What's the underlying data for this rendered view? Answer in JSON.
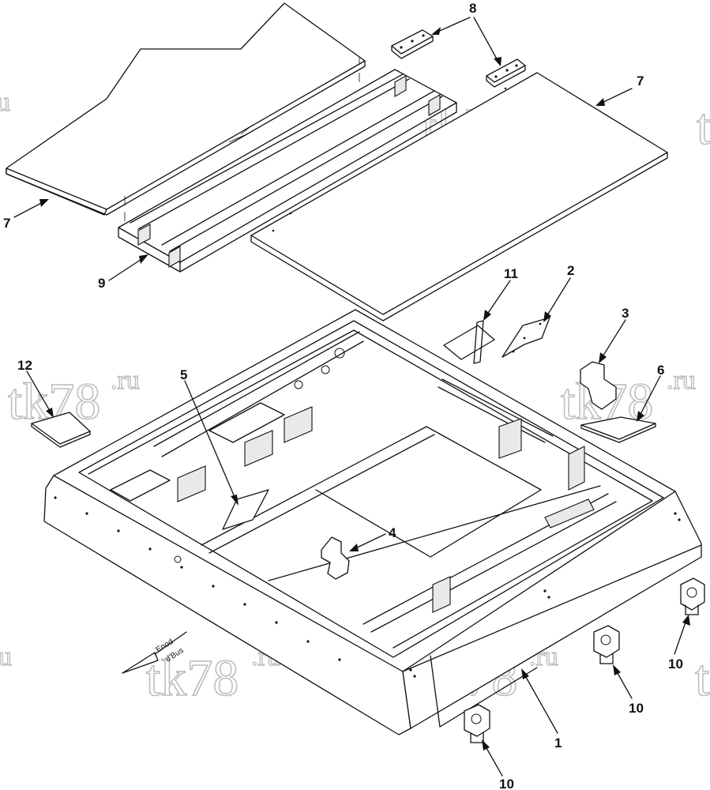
{
  "callouts": {
    "c1": "1",
    "c2": "2",
    "c3": "3",
    "c4": "4",
    "c5": "5",
    "c6": "6",
    "c7a": "7",
    "c7b": "7",
    "c8": "8",
    "c9": "9",
    "c10a": "10",
    "c10b": "10",
    "c10c": "10",
    "c11": "11",
    "c12": "12"
  },
  "watermark": {
    "text": "tk78",
    "suffix": ".ru"
  },
  "direction": {
    "line1": "Enod",
    "line2": "d'Bus"
  },
  "colors": {
    "line": "#111111",
    "watermark": "#8a8a8a",
    "background": "#ffffff"
  }
}
